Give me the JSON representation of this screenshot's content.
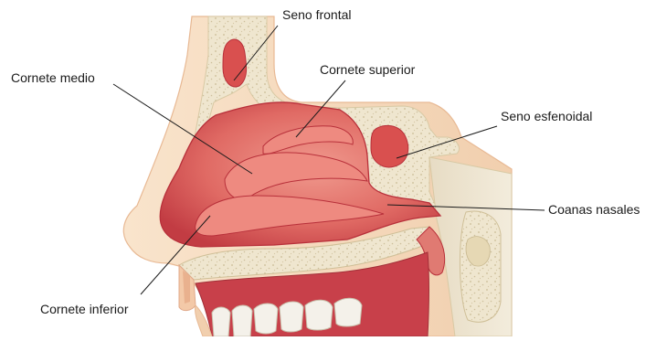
{
  "labels": {
    "seno_frontal": "Seno frontal",
    "cornete_medio": "Cornete medio",
    "cornete_superior": "Cornete superior",
    "seno_esfenoidal": "Seno esfenoidal",
    "coanas_nasales": "Coanas nasales",
    "cornete_inferior": "Cornete inferior"
  },
  "colors": {
    "background": "#ffffff",
    "skin": "#f6dcc0",
    "skin_edge": "#e8b994",
    "bone": "#efe6cf",
    "bone_dot": "#c9bb95",
    "mucosa": "#d9504f",
    "mucosa_light": "#ee8a80",
    "mucosa_dark": "#b8303a",
    "tooth": "#f4f1ea",
    "leader_line": "#1a1a1a"
  }
}
